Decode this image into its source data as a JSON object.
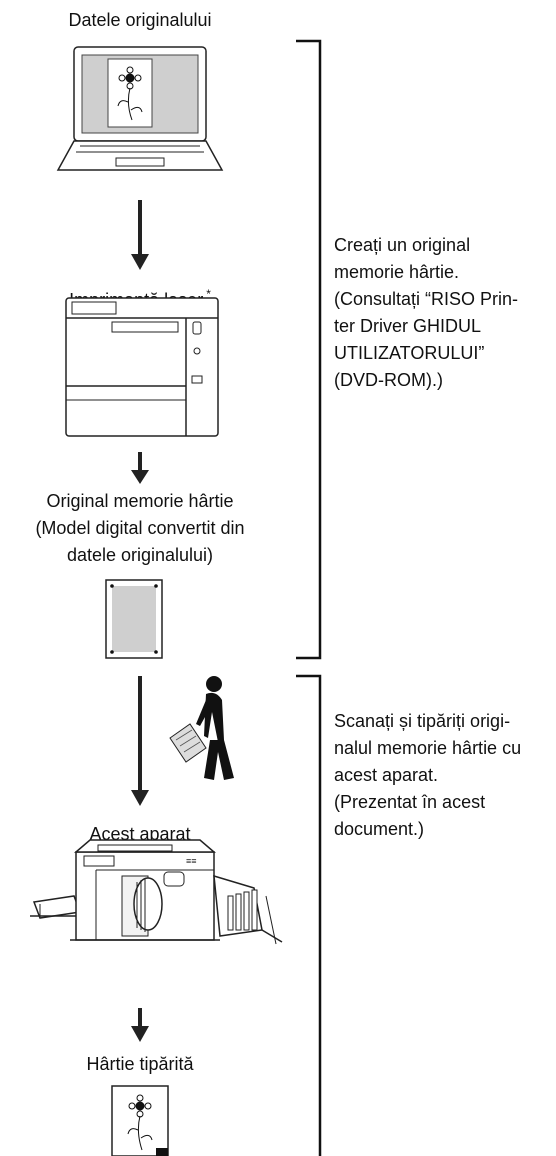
{
  "steps": {
    "original_data": "Datele originalului",
    "laser_printer": "Imprimantă laser",
    "laser_printer_mark": "*",
    "paper_master": "Original memorie hârtie\n(Model digital convertit din\ndatele originalului)",
    "this_machine": "Acest aparat",
    "printed_paper": "Hârtie tipărită"
  },
  "brackets": {
    "create": "Creați un original\nmemorie hârtie.\n(Consultați “RISO Prin-\nter Driver GHIDUL\nUTILIZATORULUI”\n(DVD-ROM).)",
    "scan": "Scanați și tipăriți origi-\nnalul memorie hârtie cu\nacest aparat.\n(Prezentat în acest\ndocument.)"
  },
  "icons": [
    "laptop-icon",
    "laser-printer-icon",
    "paper-master-icon",
    "person-carrying-paper-icon",
    "printer-machine-icon",
    "printed-sheet-icon"
  ]
}
